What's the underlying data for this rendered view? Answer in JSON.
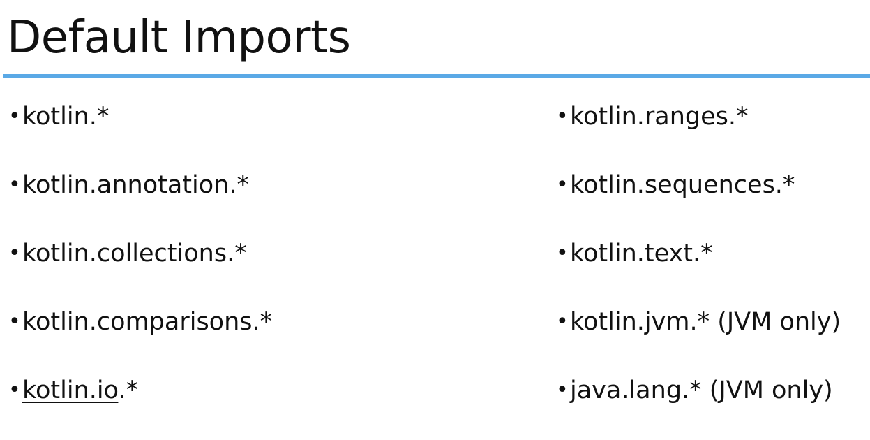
{
  "slide": {
    "title": "Default Imports",
    "accent_color": "#5aa9e6",
    "bullet_glyph": "•",
    "left_items": [
      {
        "text": "kotlin.*"
      },
      {
        "text": "kotlin.annotation.*"
      },
      {
        "text": "kotlin.collections.*"
      },
      {
        "text": "kotlin.comparisons.*"
      },
      {
        "link": "kotlin.io",
        "suffix": ".*"
      }
    ],
    "right_items": [
      {
        "text": "kotlin.ranges.*"
      },
      {
        "text": "kotlin.sequences.*"
      },
      {
        "text": "kotlin.text.*"
      },
      {
        "text": "kotlin.jvm.* (JVM only)"
      },
      {
        "text": "java.lang.* (JVM only)"
      }
    ]
  }
}
